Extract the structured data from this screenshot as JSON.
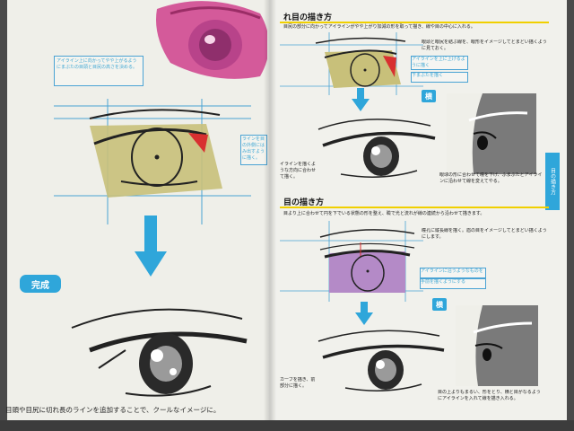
{
  "left_page": {
    "callout_note": "アイライン上に向かってやや上がるようにまぶたの目頭と目尻の高さを決める。",
    "side_note": "ラインを目の外側にはみ出すように描く。",
    "complete_badge": "完成",
    "caption": "目頭や目尻に切れ長のラインを追加することで、クールなイメージに。"
  },
  "right_page": {
    "section1": {
      "heading": "れ目の描き方",
      "intro": "目尻の部分に向かってアイラインがやや上がり加減の形を取って描き、線や目の中心に入れる。",
      "body": "眼頭と眼尻を結ぶ線を、眼形をイメージしてとまどい描くように見ておく。",
      "note_a": "アイラインを上に上げるように描く",
      "note_b": "下まぶたを描く",
      "side_badge": "横",
      "left_text": "イラインを描くような方向に合わせて描く。",
      "bottom_text": "眼球の形に合わせて瞳を下げ、ふまぶたとアイラインに沿わせて線を変えてやる。"
    },
    "section2": {
      "heading": "目の描き方",
      "intro": "目より上に合わせて円を下でいる状態の形を整え、瞼で光と流れが線の連続から沿わせて描きます。",
      "body": "瞳孔に縦長線を描く。眉の目をイメージしてとまどい描くようにします。",
      "note_a": "アイラインに沿うようなものを",
      "note_b": "手前を描くようにする",
      "side_badge": "横",
      "left_text": "カーブを描き、前部分に描く。",
      "bottom_text": "目の上よりもまるい、形をとり、横と目がなるようにアイラインを入れて線を描き入れる。"
    },
    "side_tab": "目の描き方"
  },
  "colors": {
    "accent_blue": "#2fa6da",
    "eye_fill_yellow": "#c8c07a",
    "eye_fill_purple": "#b48ac7",
    "pink_eye": "#d45a9a",
    "heading_rule": "#f0d000"
  }
}
